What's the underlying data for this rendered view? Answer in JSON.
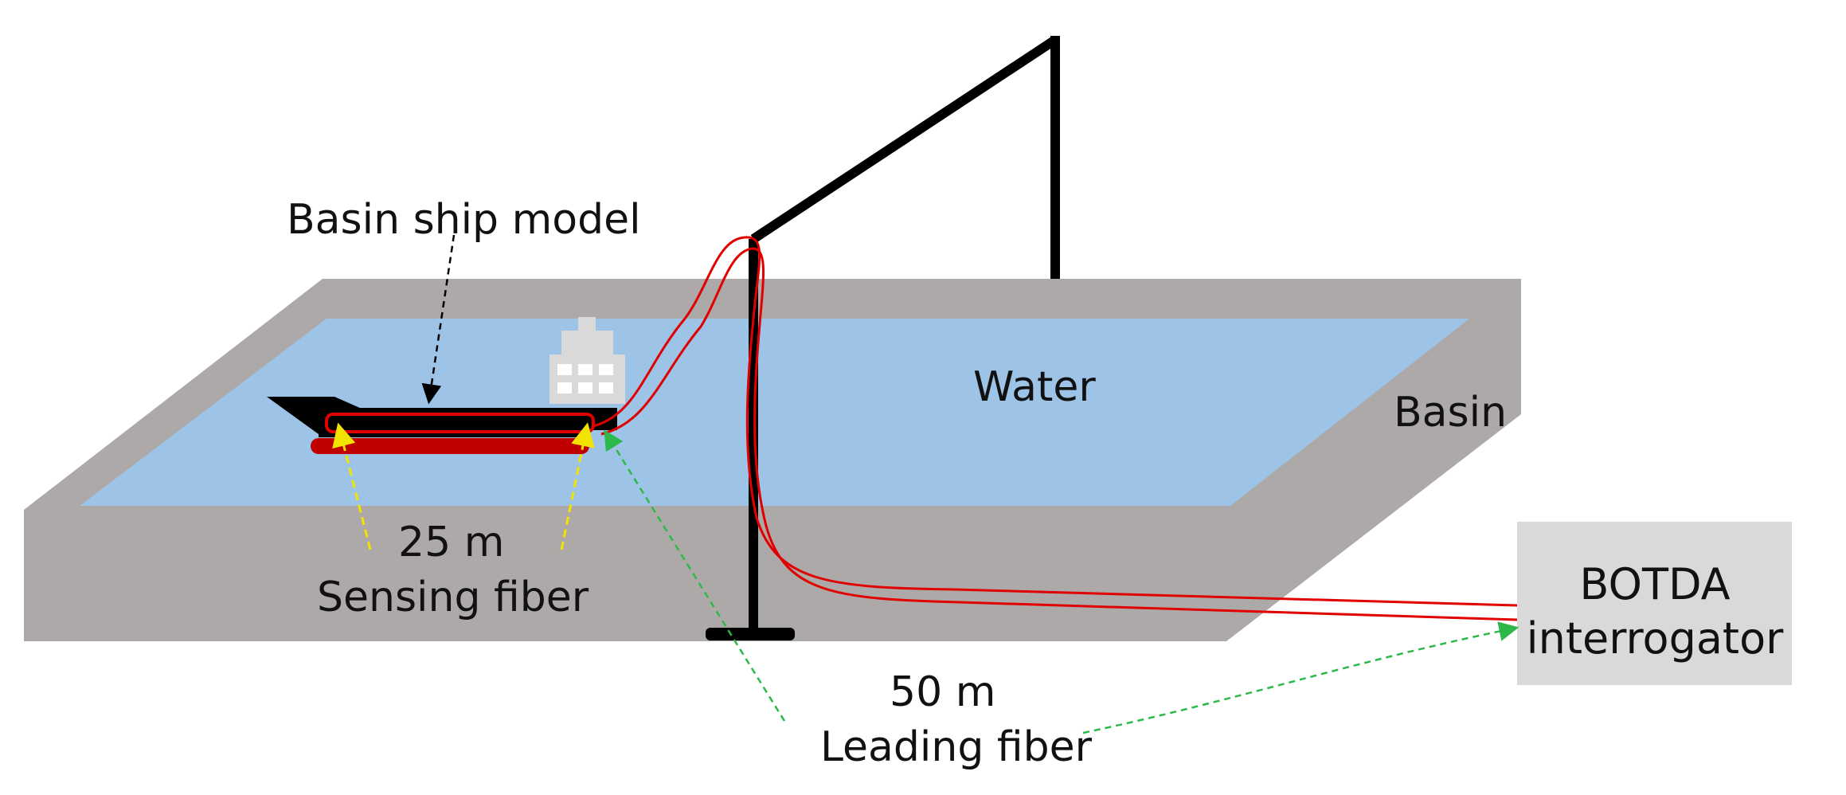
{
  "labels": {
    "ship_model": "Basin  ship model",
    "water": "Water",
    "basin": "Basin",
    "sensing_length": "25 m",
    "sensing_fiber": "Sensing fiber",
    "leading_length": "50 m",
    "leading_fiber": "Leading fiber",
    "interrogator_line1": "BOTDA",
    "interrogator_line2": "interrogator"
  },
  "colors": {
    "basin": "#ada9a8",
    "water": "#9dc3e6",
    "fiber": "#e00000",
    "hull": "#c00000",
    "structure": "#000000",
    "sensing_arrow": "#f2e400",
    "leading_arrow": "#2db84a",
    "interrogator_box": "#d9d9d9",
    "superstructure": "#d9d9d9"
  }
}
